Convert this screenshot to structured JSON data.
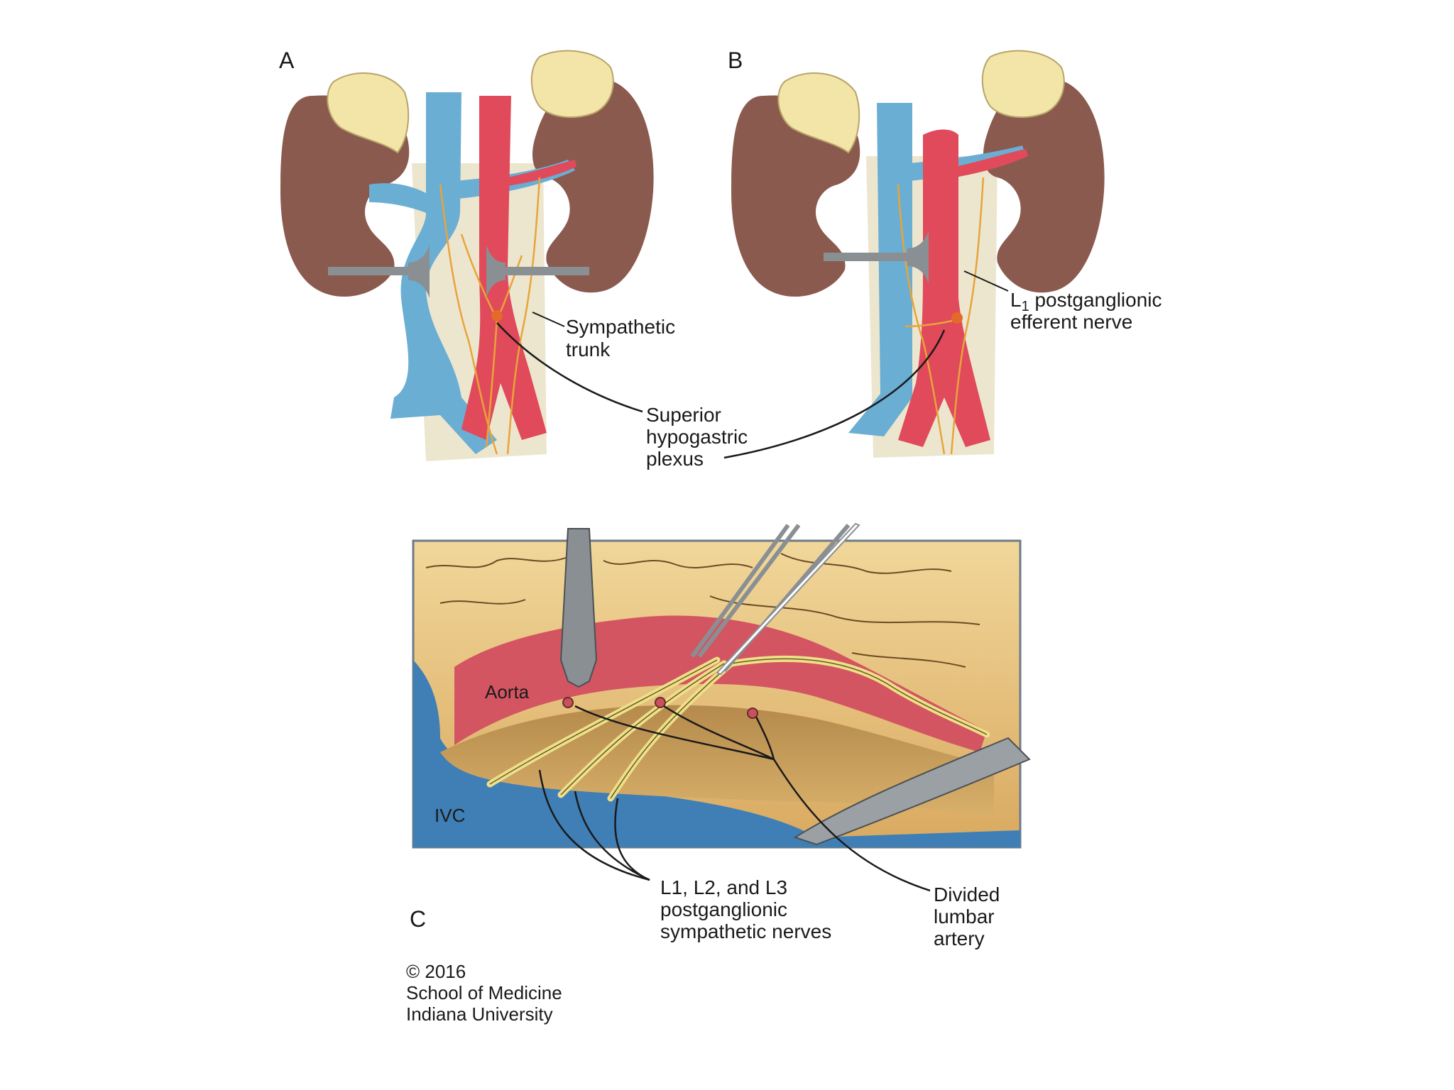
{
  "panels": {
    "a": "A",
    "b": "B",
    "c": "C"
  },
  "labels": {
    "sympathetic_trunk": [
      "Sympathetic",
      "trunk"
    ],
    "superior_hypogastric_plexus": [
      "Superior",
      "hypogastric",
      "plexus"
    ],
    "l1_efferent": {
      "prefix": "L",
      "sub": "1",
      "line1_rest": " postganglionic",
      "line2": "efferent nerve"
    },
    "aorta": "Aorta",
    "ivc": "IVC",
    "postganglionic_nerves": [
      "L1, L2, and L3",
      "postganglionic",
      "sympathetic nerves"
    ],
    "divided_lumbar_artery": [
      "Divided",
      "lumbar",
      "artery"
    ]
  },
  "copyright": [
    "© 2016",
    "School of Medicine",
    "Indiana University"
  ],
  "colors": {
    "kidney": "#8b5a4e",
    "adrenal": "#f3e4a8",
    "vena_cava": "#6aaed3",
    "aorta": "#e04a5a",
    "nerve": "#e8a43a",
    "background_tissue": "#ece6cf",
    "retractor": "#8a8f93",
    "ivc_field": "#3f7fb6",
    "fat": "#e9c77f",
    "yellow_nerve": "#eee08a"
  }
}
